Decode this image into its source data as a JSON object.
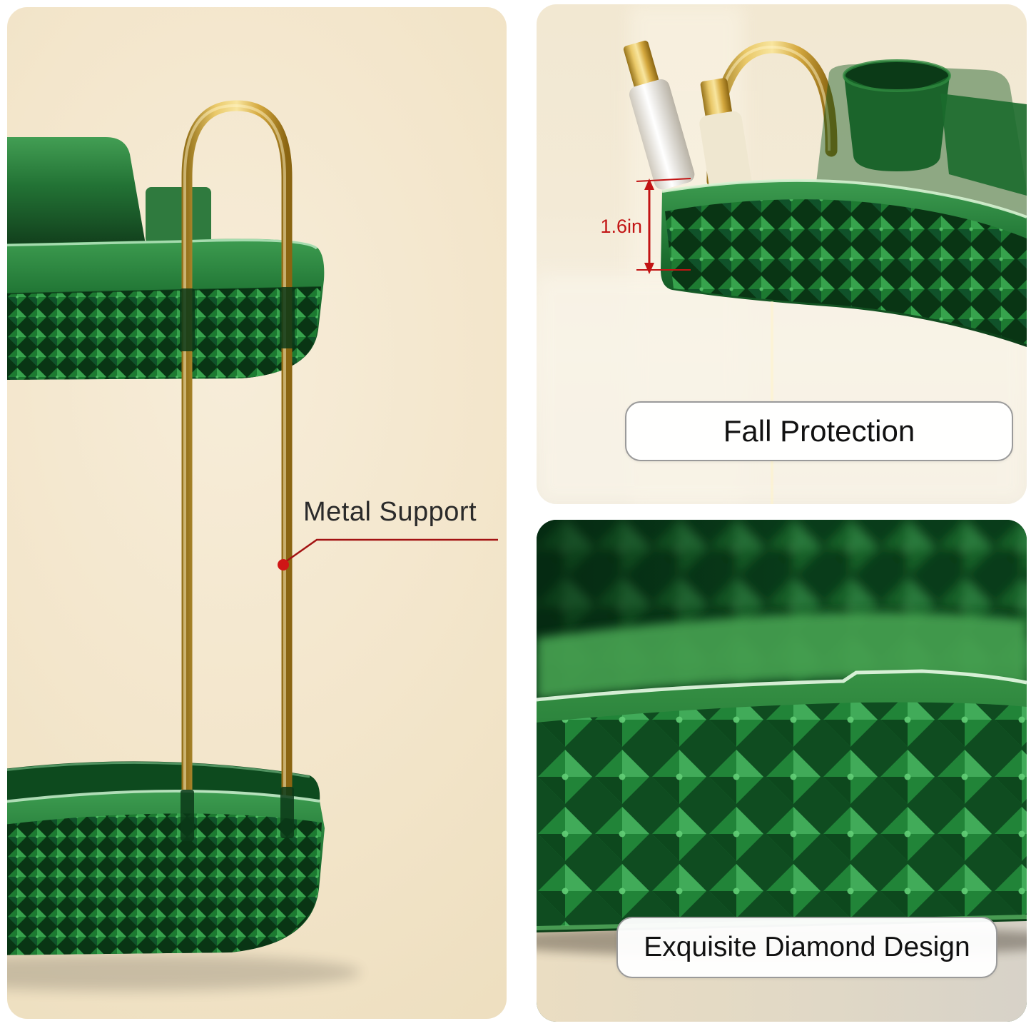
{
  "colors": {
    "page_background": "#ffffff",
    "panel_cream": "#f3e7cf",
    "glass_green_dark": "#0c3f19",
    "glass_green": "#1d7a31",
    "glass_green_light": "#3fa452",
    "gold": "#d9b456",
    "callout_red": "#c21414",
    "badge_background": "#ffffff",
    "badge_border": "#9a9a9a",
    "label_text": "#2a2a2a"
  },
  "left_panel": {
    "callout_label": "Metal Support"
  },
  "top_right_panel": {
    "measurement_label": "1.6in",
    "badge_label": "Fall Protection"
  },
  "bottom_right_panel": {
    "badge_label": "Exquisite Diamond Design"
  }
}
